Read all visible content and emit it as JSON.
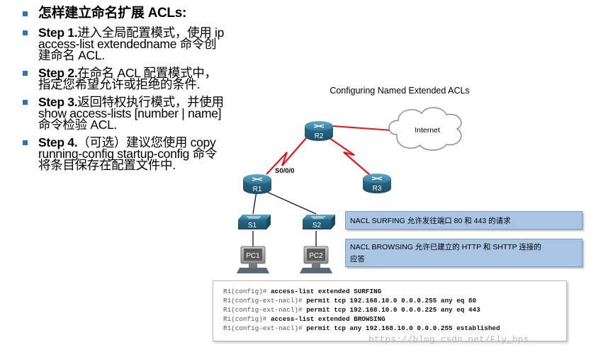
{
  "bullets": {
    "title": "怎样建立命名扩展 ACLs:",
    "items": [
      {
        "step": "Step 1.",
        "lines": [
          "进入全局配置模式，使用 ip",
          "access-list extendedname 命令创",
          "建命名 ACL."
        ]
      },
      {
        "step": "Step 2.",
        "lines": [
          "在命名 ACL 配置模式中，",
          "指定您希望允许或拒绝的条件."
        ]
      },
      {
        "step": "Step 3.",
        "lines": [
          "返回特权执行模式，并使用",
          "show access-lists [number | name]",
          "命令检验 ACL."
        ]
      },
      {
        "step": "Step 4.",
        "lines": [
          "（可选）建议您使用 copy",
          "running-config startup-config 命令",
          "将条目保存在配置文件中."
        ]
      }
    ]
  },
  "diagram": {
    "title": "Configuring Named Extended ACLs",
    "cloud_label": "Internet",
    "routers": [
      "R1",
      "R2",
      "R3"
    ],
    "switches": [
      "S1",
      "S2"
    ],
    "pcs": [
      "PC1",
      "PC2"
    ],
    "link_label": "S0/0/0",
    "colors": {
      "serial_link": "#e8141c",
      "device_blue": "#2d6f8c",
      "box_fill": "#a9c5e3"
    }
  },
  "notes": {
    "surfing": "NACL SURFING 允许发往端口 80 和 443 的请求",
    "browsing_line1": "NACL BROWSING 允许已建立的 HTTP 和 SHTTP 连接的",
    "browsing_line2": "应答"
  },
  "cli": [
    {
      "prompt": "R1(config)#",
      "command": "access-list extended SURFING"
    },
    {
      "prompt": "R1(config-ext-nacl)#",
      "command": "permit tcp 192.168.10.0 0.0.0.255 any eq 80"
    },
    {
      "prompt": "R1(config-ext-nacl)#",
      "command": "permit tcp 192.168.10.0 0.0.0.225 any eq 443"
    },
    {
      "prompt": "R1(config)#",
      "command": "access-list extended BROWSING"
    },
    {
      "prompt": "R1(config-ext-nacl)#",
      "command": "permit tcp any 192.168.10.0 0.0.0.255 established"
    }
  ],
  "watermark": "https://blog.csdn.net/Fly_hps"
}
